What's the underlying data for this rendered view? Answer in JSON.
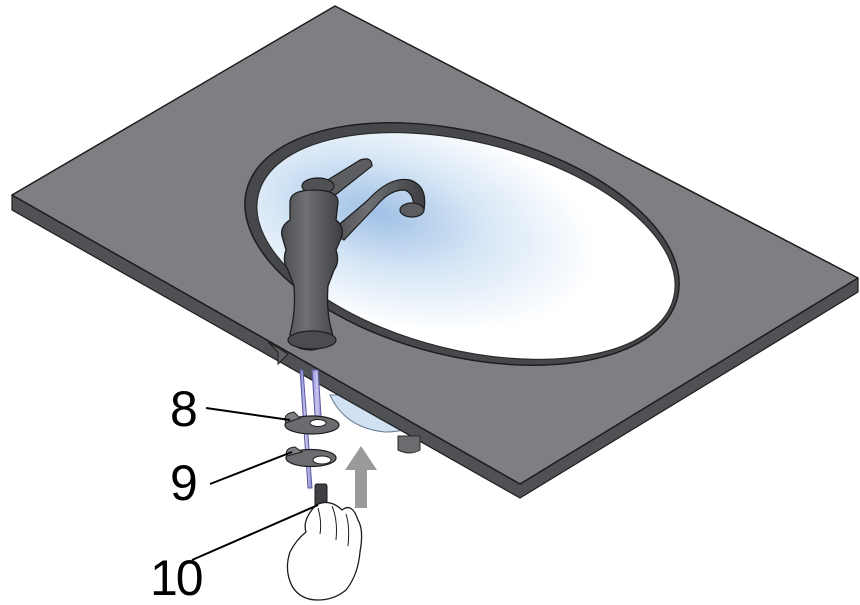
{
  "callouts": [
    {
      "number": "8"
    },
    {
      "number": "9"
    },
    {
      "number": "10"
    }
  ],
  "colors": {
    "countertop_top": "#7d7f82",
    "countertop_edge": "#5e6063",
    "countertop_outline": "#1d1d1d",
    "basin_shadow": "#b9d2ea",
    "basin_interior": "#ffffff",
    "faucet": "#5b5d60",
    "faucet_dark": "#3e4043",
    "supply_hose": "#a7a5dc",
    "arrow": "#9a9a9a"
  }
}
